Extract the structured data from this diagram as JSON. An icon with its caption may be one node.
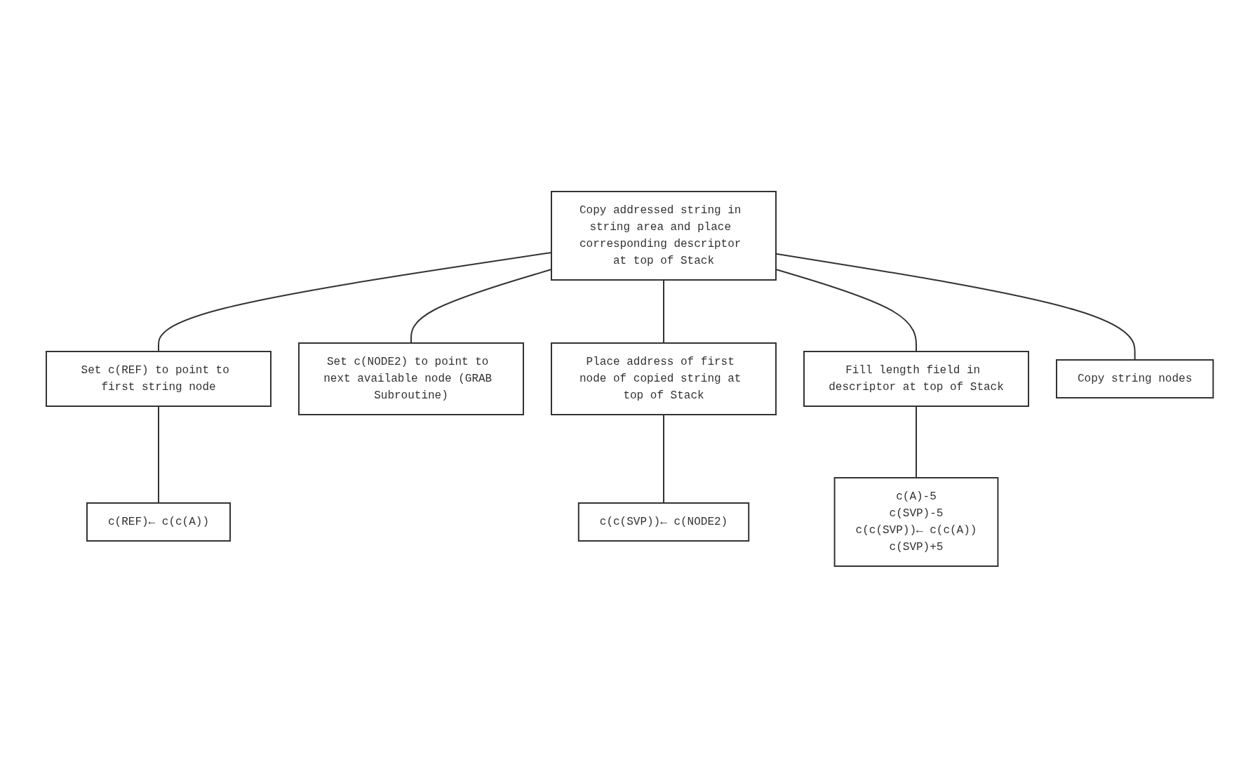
{
  "diagram": {
    "nodes": [
      {
        "text": [
          "Copy addressed string in string area and place corresponding descriptor at top of Stack"
        ]
      },
      {
        "text": [
          "Set c(REF) to point to first string node"
        ]
      },
      {
        "text": [
          "Set c(NODE2) to point to next available node (GRAB Subroutine)"
        ]
      },
      {
        "text": [
          "Place address of first node of copied string at top of Stack"
        ]
      },
      {
        "text": [
          "Fill length field in descriptor at top of Stack"
        ]
      },
      {
        "text": [
          "Copy string nodes"
        ]
      },
      {
        "text": [
          "c(REF)← c(c(A))"
        ]
      },
      {
        "text": [
          "c(c(SVP))← c(NODE2)"
        ]
      },
      {
        "text": [
          "c(A)-5",
          "c(SVP)-5",
          "c(c(SVP))← c(c(A))",
          "c(SVP)+5"
        ]
      }
    ],
    "edges": [
      {
        "from": 0,
        "to": 1,
        "arrow": "none"
      },
      {
        "from": 0,
        "to": 2,
        "arrow": "none"
      },
      {
        "from": 0,
        "to": 3,
        "arrow": "none"
      },
      {
        "from": 0,
        "to": 4,
        "arrow": "none"
      },
      {
        "from": 0,
        "to": 5,
        "arrow": "none"
      },
      {
        "from": 1,
        "to": 6,
        "arrow": "none"
      },
      {
        "from": 3,
        "to": 7,
        "arrow": "none"
      },
      {
        "from": 4,
        "to": 8,
        "arrow": "none"
      }
    ]
  }
}
